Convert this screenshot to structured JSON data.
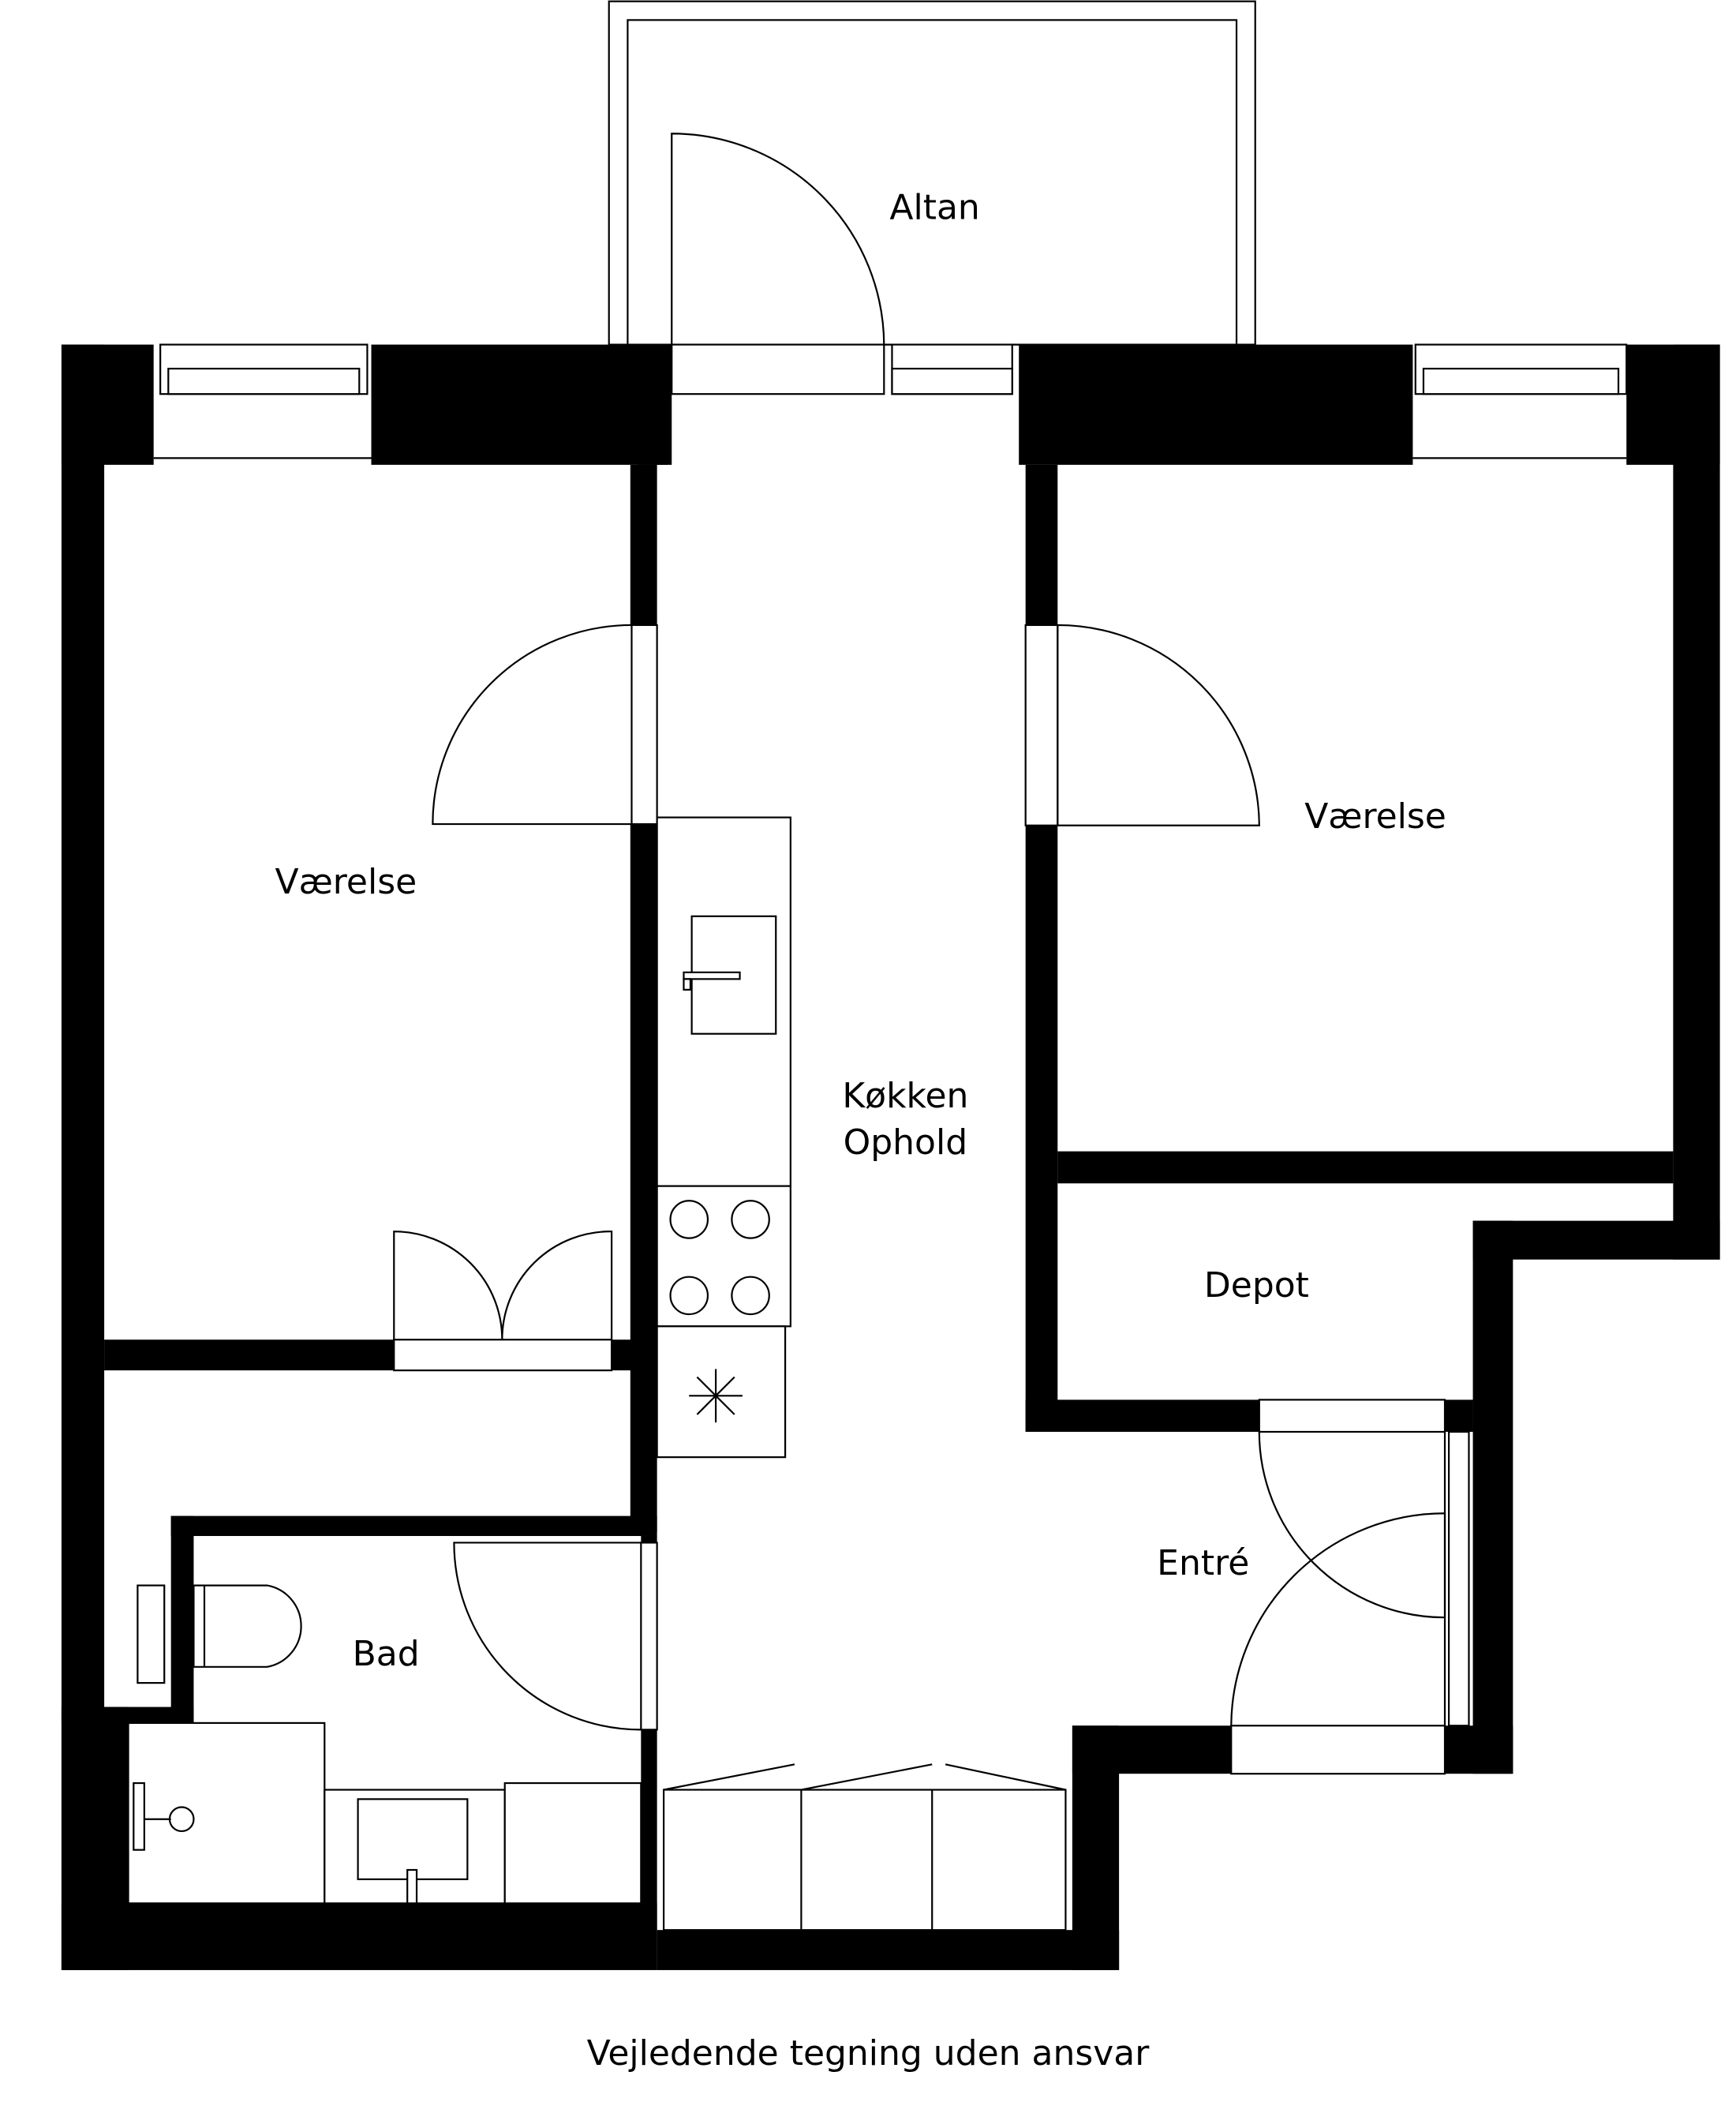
{
  "rooms": {
    "balcony": "Altan",
    "bedroom_left": "Værelse",
    "bedroom_right": "Værelse",
    "kitchen": "Køkken",
    "living": "Ophold",
    "storage": "Depot",
    "entrance": "Entré",
    "bathroom": "Bad"
  },
  "footer": "Vejledende tegning uden ansvar",
  "colors": {
    "wall": "#000000",
    "background": "#ffffff"
  }
}
